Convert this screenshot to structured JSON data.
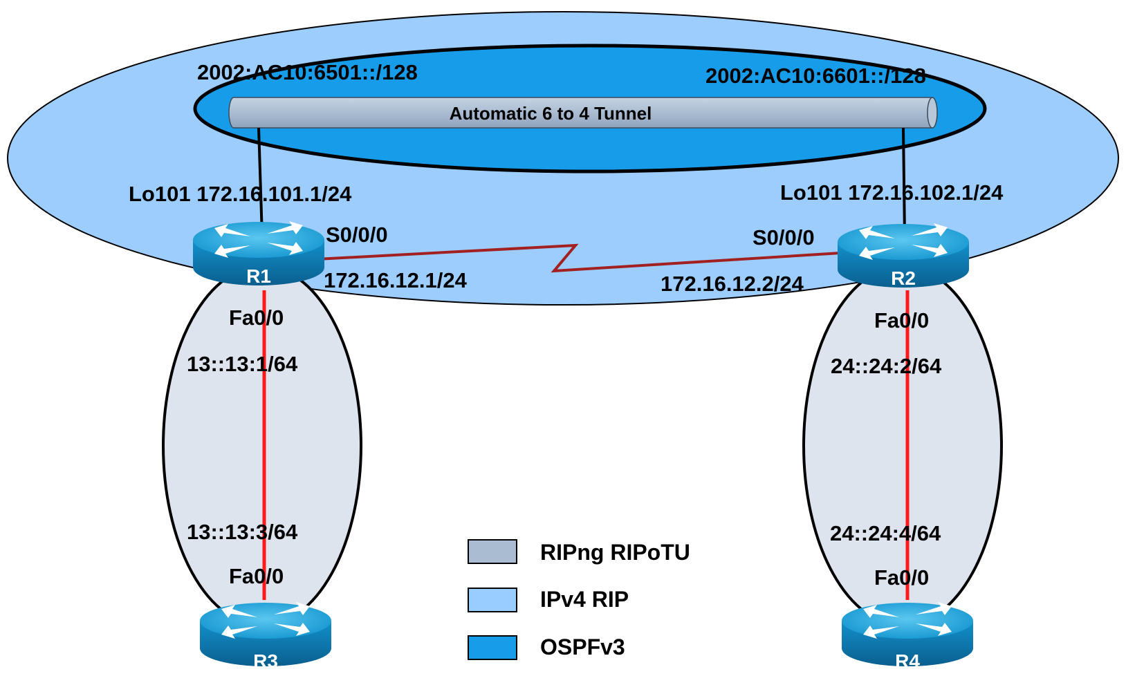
{
  "tunnel": {
    "label": "Automatic 6 to 4 Tunnel"
  },
  "routers": {
    "r1": {
      "name": "R1"
    },
    "r2": {
      "name": "R2"
    },
    "r3": {
      "name": "R3"
    },
    "r4": {
      "name": "R4"
    }
  },
  "labels": {
    "r1_6to4_addr": "2002:AC10:6501::/128",
    "r2_6to4_addr": "2002:AC10:6601::/128",
    "r1_loopback": "Lo101 172.16.101.1/24",
    "r2_loopback": "Lo101 172.16.102.1/24",
    "r1_serial_if": "S0/0/0",
    "r2_serial_if": "S0/0/0",
    "r1_serial_ip": "172.16.12.1/24",
    "r2_serial_ip": "172.16.12.2/24",
    "r1_fa_if": "Fa0/0",
    "r1_fa_ipv6": "13::13:1/64",
    "r3_fa_ipv6": "13::13:3/64",
    "r3_fa_if": "Fa0/0",
    "r2_fa_if": "Fa0/0",
    "r2_fa_ipv6": "24::24:2/64",
    "r4_fa_ipv6": "24::24:4/64",
    "r4_fa_if": "Fa0/0"
  },
  "legend": [
    {
      "label": "RIPng RIPoTU",
      "color": "#aabcd2"
    },
    {
      "label": "IPv4 RIP",
      "color": "#99ccff"
    },
    {
      "label": "OSPFv3",
      "color": "#179cea"
    }
  ],
  "colors": {
    "ipv4_rip_area": "#9ccdfd",
    "ospfv3_area": "#179cea",
    "ripng_area": "#dde4ee",
    "tunnel": "#aabcd2",
    "serial_link": "#a32020",
    "ethernet_link": "#ff1a1a",
    "router_body": "#0f78ae"
  }
}
